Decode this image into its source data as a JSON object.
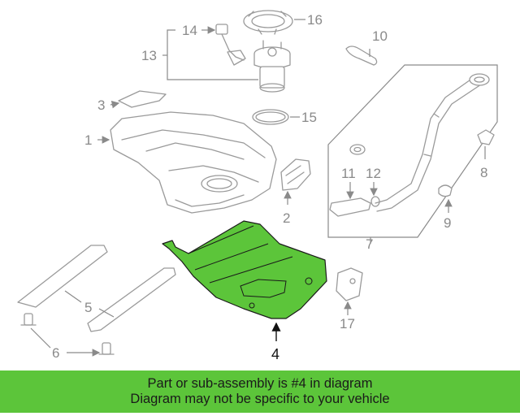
{
  "colors": {
    "highlight": "#5cc53a",
    "banner_bg": "#5cc53a",
    "part_line": "#9a9a9a",
    "callout_text": "#8a8a8a",
    "banner_text": "#1a1a1a"
  },
  "callouts": {
    "c1": "1",
    "c2": "2",
    "c3": "3",
    "c4": "4",
    "c5": "5",
    "c6": "6",
    "c7": "7",
    "c8": "8",
    "c9": "9",
    "c10": "10",
    "c11": "11",
    "c12": "12",
    "c13": "13",
    "c14": "14",
    "c15": "15",
    "c16": "16",
    "c17": "17"
  },
  "banner": {
    "line1": "Part or sub-assembly is #4 in diagram",
    "line2": "Diagram may not be specific to your vehicle"
  }
}
